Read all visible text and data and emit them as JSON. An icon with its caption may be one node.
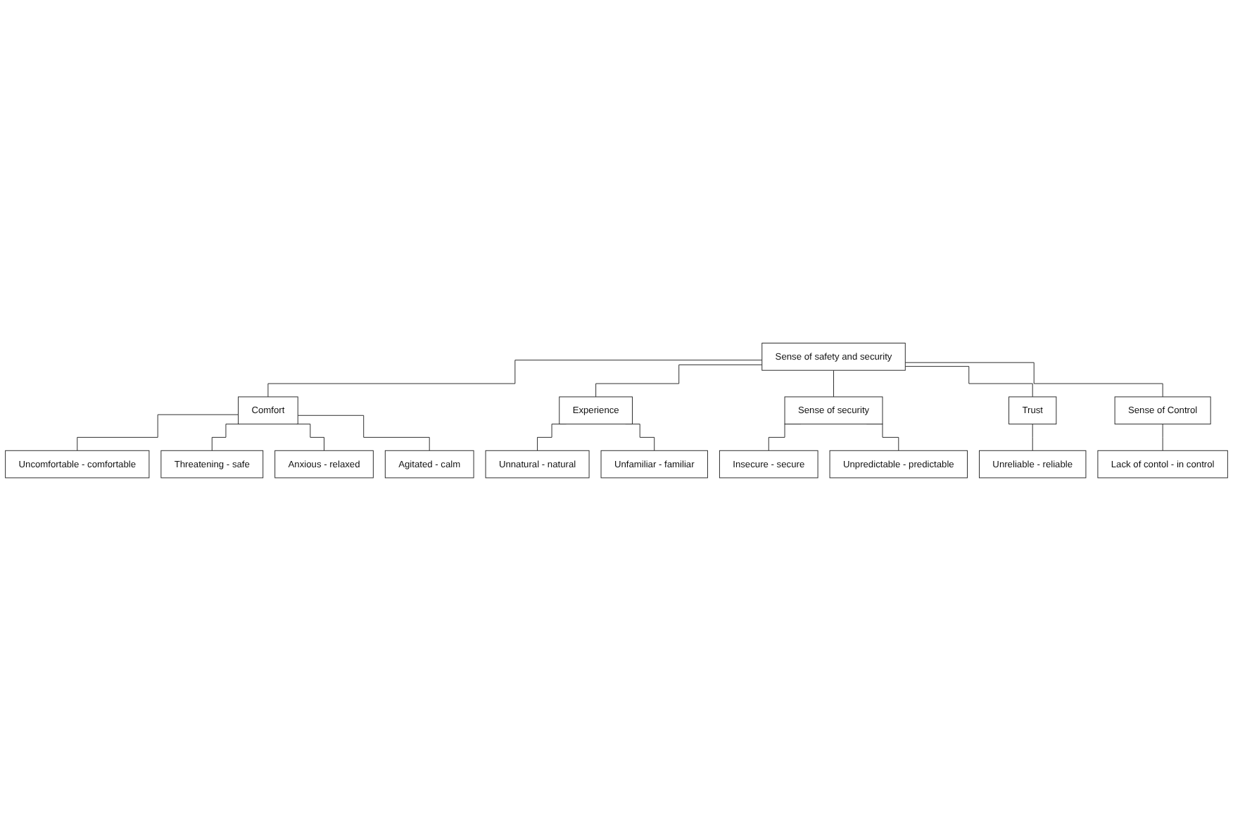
{
  "diagram": {
    "nodes": [
      {
        "text": [
          "Sense of safety and security"
        ]
      },
      {
        "text": [
          "Comfort"
        ]
      },
      {
        "text": [
          "Experience"
        ]
      },
      {
        "text": [
          "Sense of security"
        ]
      },
      {
        "text": [
          "Trust"
        ]
      },
      {
        "text": [
          "Sense of Control"
        ]
      },
      {
        "text": [
          "Uncomfortable - comfortable"
        ]
      },
      {
        "text": [
          "Threatening - safe"
        ]
      },
      {
        "text": [
          "Anxious - relaxed"
        ]
      },
      {
        "text": [
          "Agitated - calm"
        ]
      },
      {
        "text": [
          "Unnatural - natural"
        ]
      },
      {
        "text": [
          "Unfamiliar - familiar"
        ]
      },
      {
        "text": [
          "Insecure - secure"
        ]
      },
      {
        "text": [
          "Unpredictable - predictable"
        ]
      },
      {
        "text": [
          "Unreliable - reliable"
        ]
      },
      {
        "text": [
          "Lack of contol - in control"
        ]
      }
    ],
    "edges": [
      {
        "from": 0,
        "to": 1,
        "arrow": "none"
      },
      {
        "from": 0,
        "to": 2,
        "arrow": "none"
      },
      {
        "from": 0,
        "to": 3,
        "arrow": "none"
      },
      {
        "from": 0,
        "to": 4,
        "arrow": "none"
      },
      {
        "from": 0,
        "to": 5,
        "arrow": "none"
      },
      {
        "from": 1,
        "to": 6,
        "arrow": "none"
      },
      {
        "from": 1,
        "to": 7,
        "arrow": "none"
      },
      {
        "from": 1,
        "to": 8,
        "arrow": "none"
      },
      {
        "from": 1,
        "to": 9,
        "arrow": "none"
      },
      {
        "from": 2,
        "to": 10,
        "arrow": "none"
      },
      {
        "from": 2,
        "to": 11,
        "arrow": "none"
      },
      {
        "from": 3,
        "to": 12,
        "arrow": "none"
      },
      {
        "from": 3,
        "to": 13,
        "arrow": "none"
      },
      {
        "from": 4,
        "to": 14,
        "arrow": "none"
      },
      {
        "from": 5,
        "to": 15,
        "arrow": "none"
      }
    ]
  }
}
